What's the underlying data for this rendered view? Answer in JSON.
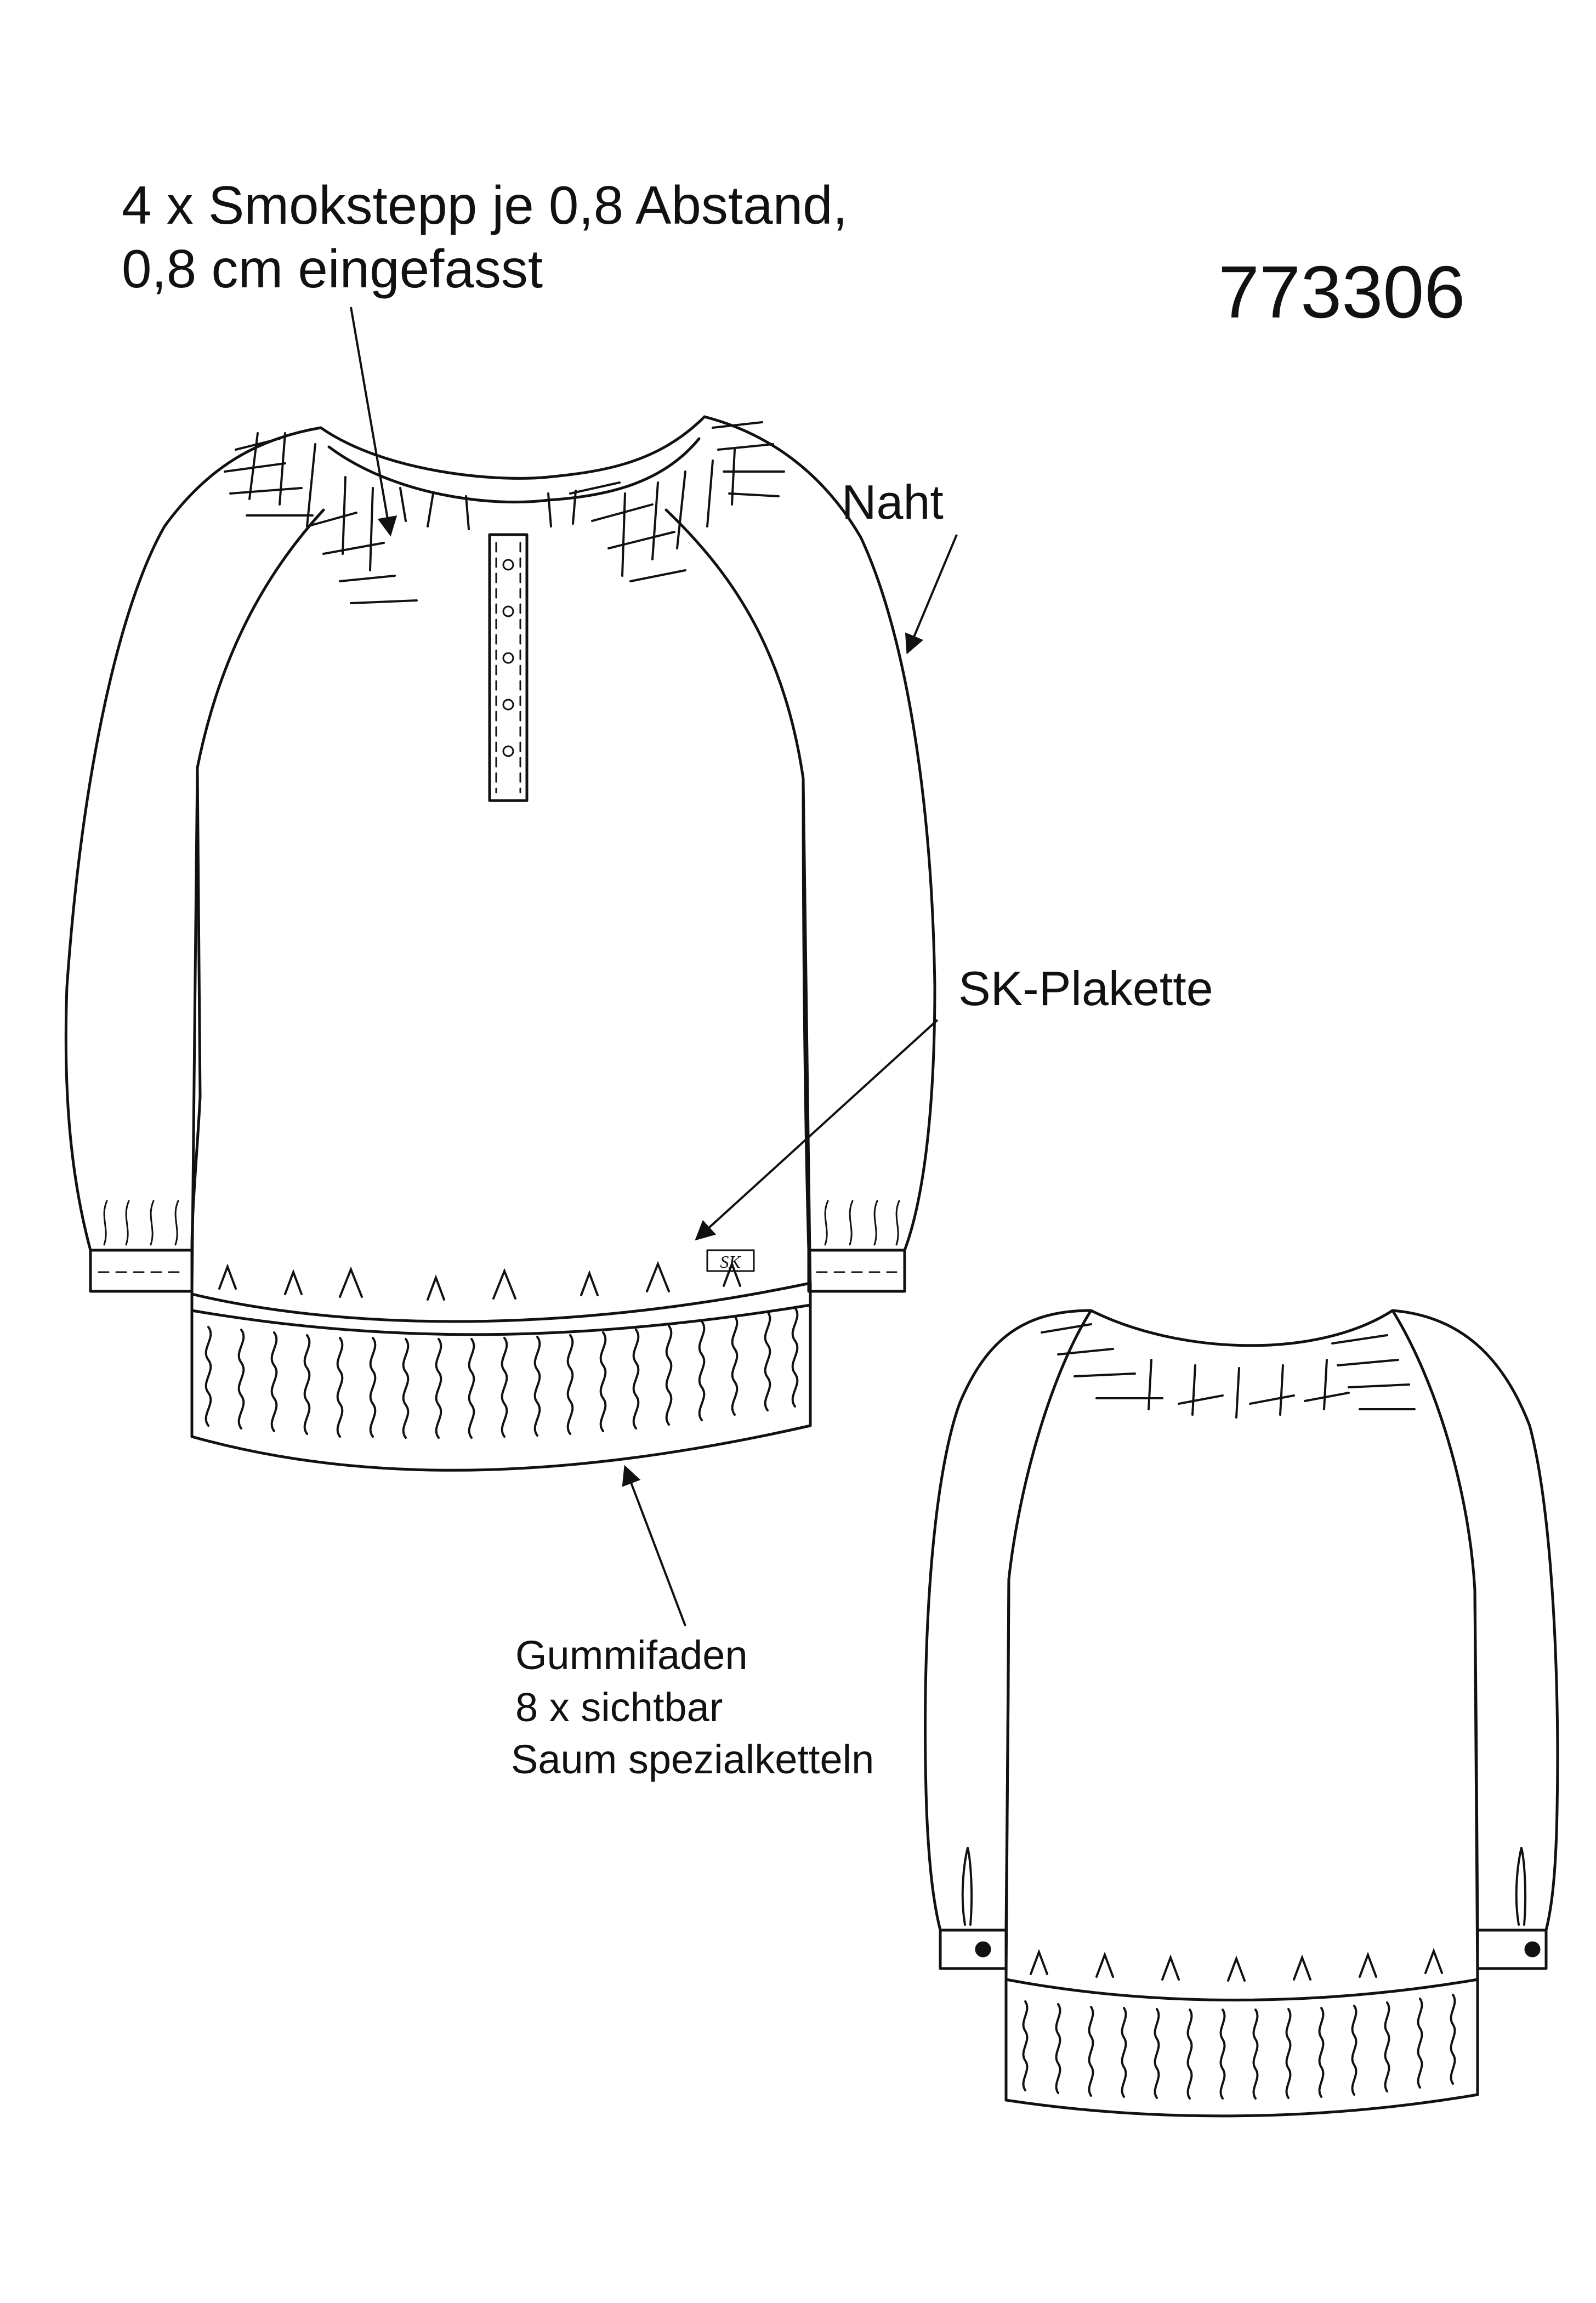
{
  "style_number": "773306",
  "annotations": {
    "smocking": {
      "line1": "4 x Smokstepp je 0,8 Abstand,",
      "line2": "0,8 cm eingefasst"
    },
    "seam": "Naht",
    "label_patch": "SK-Plakette",
    "hem": {
      "line1": "Gummifaden",
      "line2": "8 x sichtbar",
      "line3": "Saum spezialketteln"
    }
  },
  "patch_text": "SK",
  "colors": {
    "line": "#111111",
    "paper": "#ffffff"
  }
}
